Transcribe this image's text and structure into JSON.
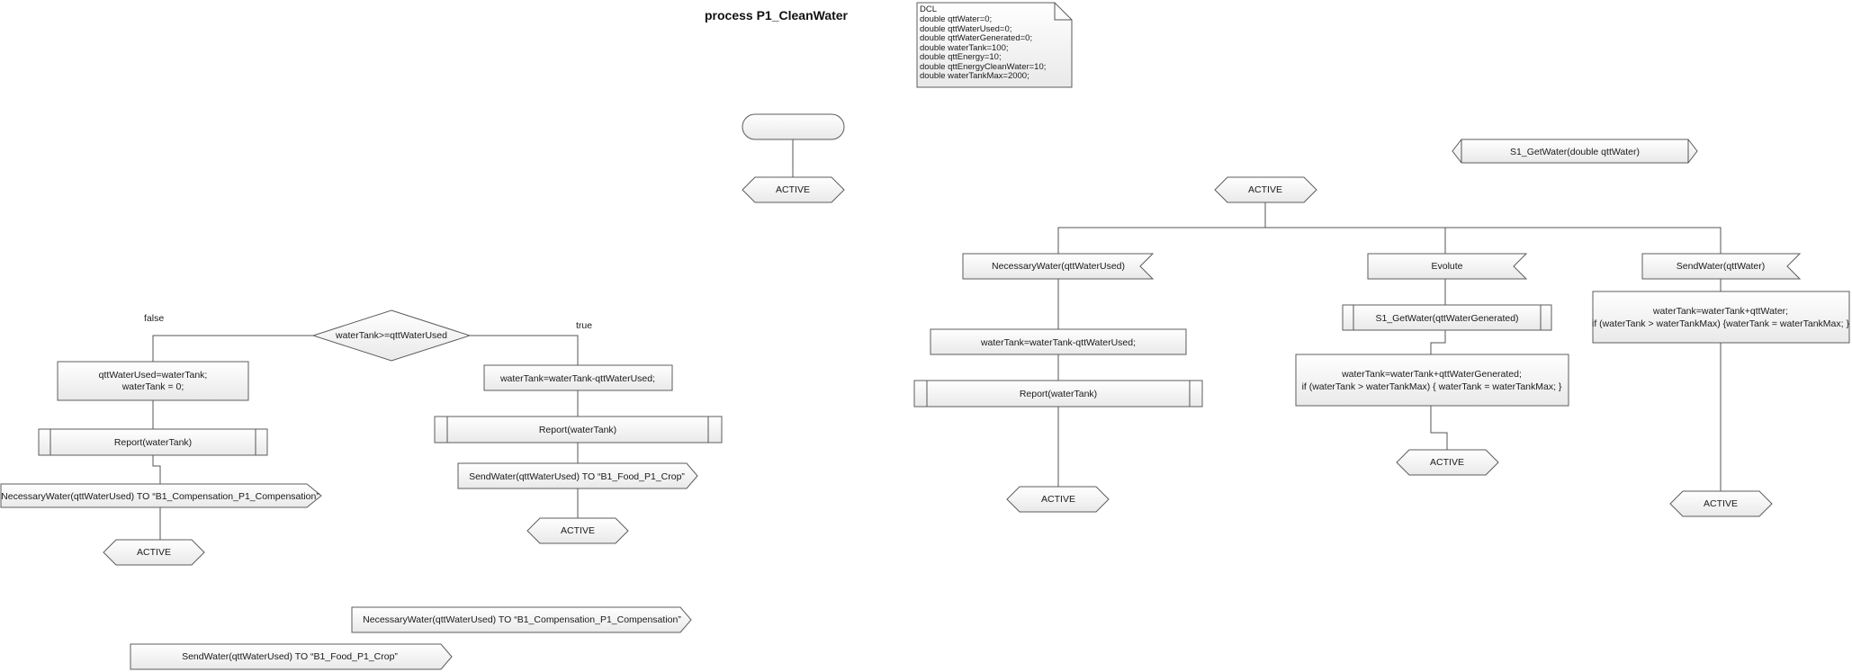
{
  "diagram": {
    "title": "process P1_CleanWater",
    "declarations": [
      "DCL",
      "double qttWater=0;",
      "double qttWaterUsed=0;",
      "double qttWaterGenerated=0;",
      "double waterTank=100;",
      "double qttEnergy=10;",
      "double qttEnergyCleanWater=10;",
      "double waterTankMax=2000;"
    ],
    "start": {
      "start_label": "",
      "state": "ACTIVE"
    },
    "decision": {
      "condition": "waterTank>=qttWaterUsed",
      "false_label": "false",
      "true_label": "true",
      "false_branch": {
        "task": [
          "qttWaterUsed=waterTank;",
          "waterTank = 0;"
        ],
        "procedure": "Report(waterTank)",
        "output": "NecessaryWater(qttWaterUsed) TO “B1_Compensation_P1_Compensation”",
        "state": "ACTIVE"
      },
      "true_branch": {
        "task": "waterTank=waterTank-qttWaterUsed;",
        "procedure": "Report(waterTank)",
        "output": "SendWater(qttWaterUsed) TO “B1_Food_P1_Crop”",
        "state": "ACTIVE"
      }
    },
    "loose_outputs": [
      "NecessaryWater(qttWaterUsed) TO “B1_Compensation_P1_Compensation”",
      "SendWater(qttWaterUsed) TO “B1_Food_P1_Crop”"
    ],
    "procedure_decl": "S1_GetWater(double qttWater)",
    "active_state": {
      "state": "ACTIVE",
      "branches": [
        {
          "input": "NecessaryWater(qttWaterUsed)",
          "task": "waterTank=waterTank-qttWaterUsed;",
          "procedure": "Report(waterTank)",
          "state": "ACTIVE"
        },
        {
          "input": "Evolute",
          "procedure": "S1_GetWater(qttWaterGenerated)",
          "task": [
            "waterTank=waterTank+qttWaterGenerated;",
            "if (waterTank > waterTankMax) { waterTank = waterTankMax; }"
          ],
          "state": "ACTIVE"
        },
        {
          "input": "SendWater(qttWater)",
          "task": [
            "waterTank=waterTank+qttWater;",
            "if (waterTank > waterTankMax) {waterTank = waterTankMax; }"
          ],
          "state": "ACTIVE"
        }
      ]
    }
  }
}
